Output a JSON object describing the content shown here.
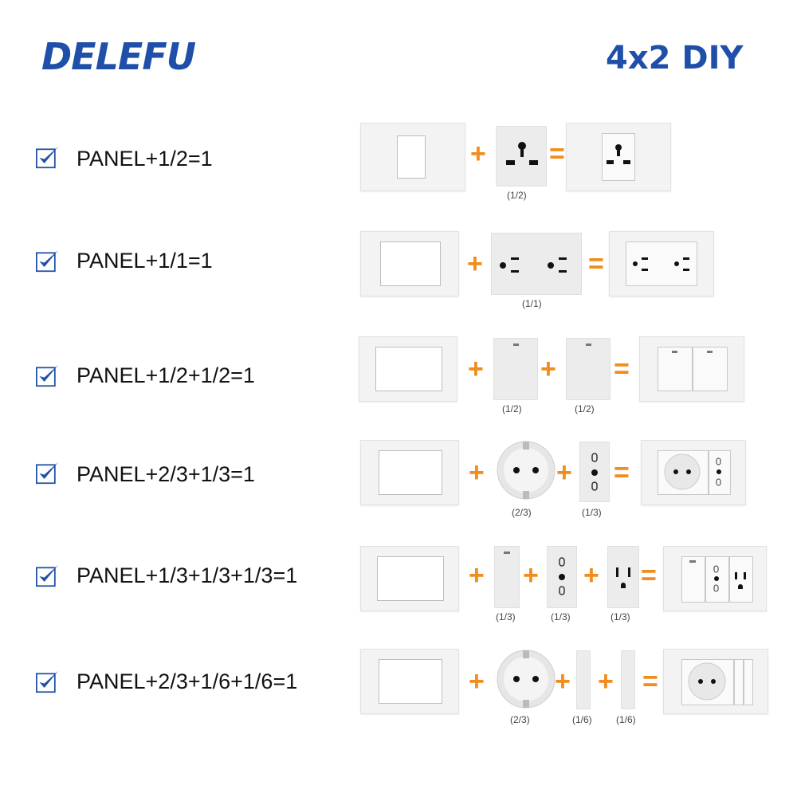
{
  "header": {
    "brand": "DELEFU",
    "title": "4x2 DIY"
  },
  "colors": {
    "brand": "#1f4fa8",
    "operator": "#f28c1c",
    "check": "#1f4fa8"
  },
  "operators": {
    "plus": "+",
    "equals": "="
  },
  "rows": [
    {
      "formula": "PANEL+1/2=1",
      "captions": [
        "(1/2)"
      ]
    },
    {
      "formula": "PANEL+1/1=1",
      "captions": [
        "(1/1)"
      ]
    },
    {
      "formula": "PANEL+1/2+1/2=1",
      "captions": [
        "(1/2)",
        "(1/2)"
      ]
    },
    {
      "formula": "PANEL+2/3+1/3=1",
      "captions": [
        "(2/3)",
        "(1/3)"
      ]
    },
    {
      "formula": "PANEL+1/3+1/3+1/3=1",
      "captions": [
        "(1/3)",
        "(1/3)",
        "(1/3)"
      ]
    },
    {
      "formula": "PANEL+2/3+1/6+1/6=1",
      "captions": [
        "(2/3)",
        "(1/6)",
        "(1/6)"
      ]
    }
  ],
  "icons": [
    "checkbox-check-icon",
    "universal-socket-icon",
    "us-socket-icon",
    "switch-icon",
    "schuko-socket-icon",
    "italian-socket-icon",
    "blank-module-icon"
  ]
}
